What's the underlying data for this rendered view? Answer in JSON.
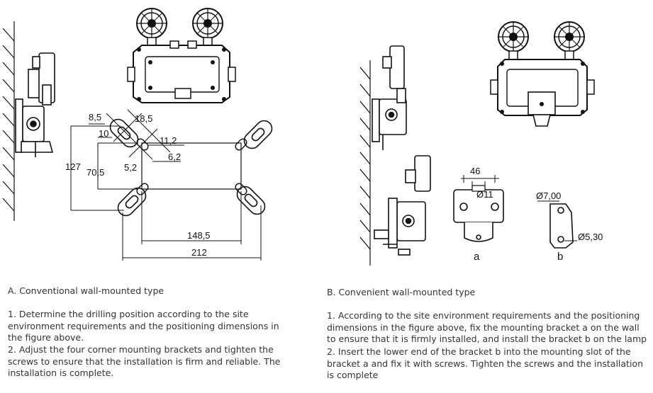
{
  "section_a": {
    "title": "A. Conventional wall-mounted type",
    "step1": "1. Determine the drilling position according to the site environment requirements and the positioning dimensions in the figure above.",
    "step2": "2. Adjust the four corner mounting brackets and tighten the screws to ensure that the installation is firm and reliable. The installation is complete.",
    "dimensions": {
      "d1": "8,5",
      "d2": "18,5",
      "d3": "10",
      "d4": "11,2",
      "d5": "6,2",
      "d6": "5,2",
      "d7": "127",
      "d8": "70,5",
      "d9": "148,5",
      "d10": "212"
    }
  },
  "section_b": {
    "title": "B. Convenient wall-mounted type",
    "step1": "1. According to the site environment requirements and the positioning dimensions in the figure above, fix the mounting bracket a on the wall to ensure that it is firmly installed, and install the bracket b on the lamp",
    "step2": "2. Insert the lower end of the bracket b into the mounting slot of the bracket a and fix it with screws. Tighten the screws and the installation is complete",
    "dimensions": {
      "d1": "46",
      "d2": "Ø11",
      "d3": "Ø7,00",
      "d4": "Ø5,30"
    },
    "bracket_a_label": "a",
    "bracket_b_label": "b"
  }
}
